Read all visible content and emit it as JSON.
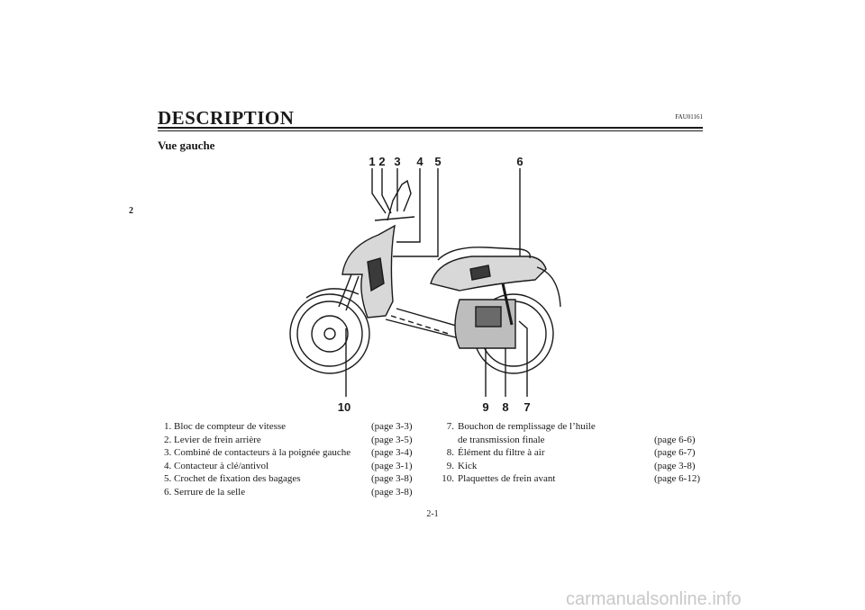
{
  "header": {
    "title": "DESCRIPTION",
    "code": "FAU01161",
    "subtitle": "Vue gauche"
  },
  "chapter_tab": "2",
  "figure": {
    "callouts_top": [
      "1",
      "2",
      "3",
      "4",
      "5",
      "6"
    ],
    "callouts_bottom": [
      "10",
      "9",
      "8",
      "7"
    ]
  },
  "legend_left": [
    {
      "text": "1. Bloc de compteur de vitesse",
      "page": "(page 3-3)"
    },
    {
      "text": "2. Levier de frein arrière",
      "page": "(page 3-5)"
    },
    {
      "text": "3. Combiné de contacteurs à la poignée gauche",
      "page": "(page 3-4)"
    },
    {
      "text": "4. Contacteur à clé/antivol",
      "page": "(page 3-1)"
    },
    {
      "text": "5. Crochet de fixation des bagages",
      "page": "(page 3-8)"
    },
    {
      "text": "6. Serrure de la selle",
      "page": "(page 3-8)"
    }
  ],
  "legend_right": {
    "item7_line1_num": "7.",
    "item7_line1": "Bouchon de remplissage de l’huile",
    "item7_line2": "de transmission finale",
    "item7_page": "(page 6-6)",
    "items": [
      {
        "num": "8.",
        "text": "Élément du filtre à air",
        "page": "(page 6-7)"
      },
      {
        "num": "9.",
        "text": "Kick",
        "page": "(page 3-8)"
      },
      {
        "num": "10.",
        "text": "Plaquettes de frein avant",
        "page": "(page 6-12)"
      }
    ]
  },
  "page_number": "2-1",
  "watermark": "carmanualsonline.info"
}
